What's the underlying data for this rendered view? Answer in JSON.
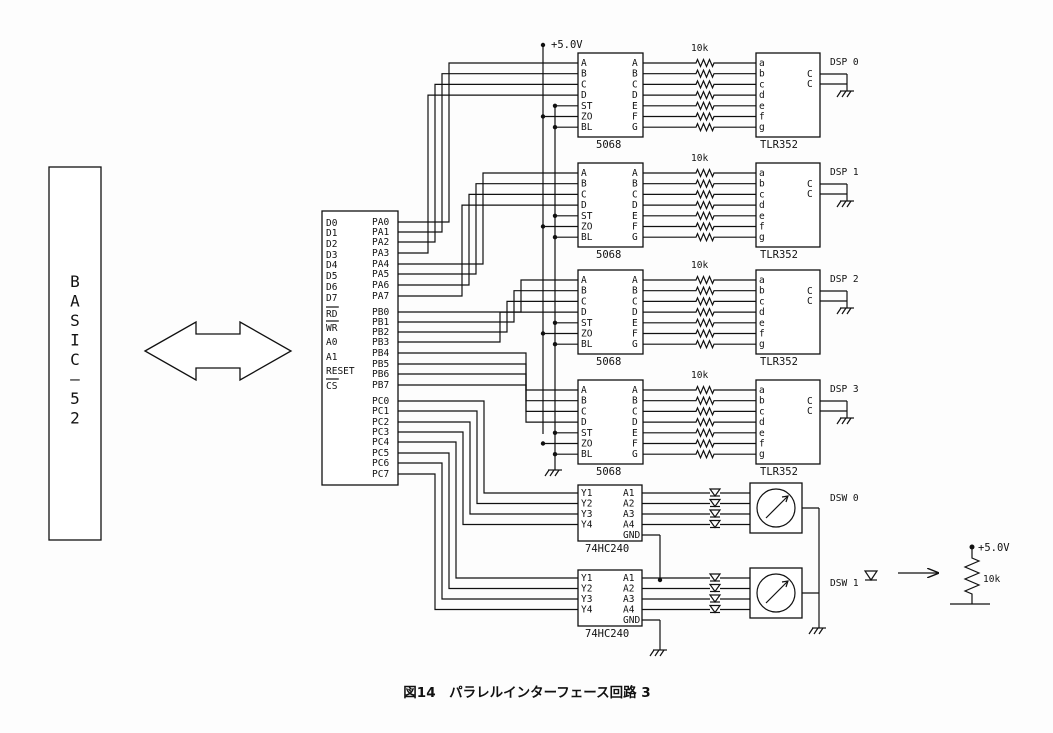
{
  "caption": "図14　パラレルインターフェース回路 3",
  "basic52_label": "BASIC-52",
  "supply_label": "+5.0V",
  "resistor_label": "10k",
  "main_chip": {
    "left_pins": [
      "D0",
      "D1",
      "D2",
      "D3",
      "D4",
      "D5",
      "D6",
      "D7",
      "RD",
      "WR",
      "A0",
      "A1",
      "RESET",
      "CS"
    ],
    "right_pins": [
      "PA0",
      "PA1",
      "PA2",
      "PA3",
      "PA4",
      "PA5",
      "PA6",
      "PA7",
      "PB0",
      "PB1",
      "PB2",
      "PB3",
      "PB4",
      "PB5",
      "PB6",
      "PB7",
      "PC0",
      "PC1",
      "PC2",
      "PC3",
      "PC4",
      "PC5",
      "PC6",
      "PC7"
    ]
  },
  "decoder": {
    "name": "5068",
    "left_pins": [
      "A",
      "B",
      "C",
      "D",
      "ST",
      "ZO",
      "BL"
    ],
    "right_pins": [
      "A",
      "B",
      "C",
      "D",
      "E",
      "F",
      "G"
    ]
  },
  "display": {
    "name": "TLR352",
    "left_pins": [
      "a",
      "b",
      "c",
      "d",
      "e",
      "f",
      "g"
    ],
    "right_pins": [
      "C",
      "C"
    ]
  },
  "display_labels": [
    "DSP 0",
    "DSP 1",
    "DSP 2",
    "DSP 3"
  ],
  "buffer": {
    "name": "74HC240",
    "left_pins": [
      "Y1",
      "Y2",
      "Y3",
      "Y4"
    ],
    "right_pins": [
      "A1",
      "A2",
      "A3",
      "A4",
      "GND"
    ]
  },
  "switch_labels": [
    "DSW 0",
    "DSW 1"
  ],
  "legend": {
    "supply": "+5.0V",
    "resistor": "10k"
  }
}
